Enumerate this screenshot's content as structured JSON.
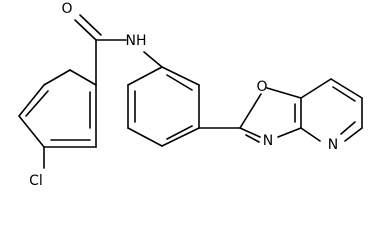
{
  "molecule": {
    "atoms": {
      "oxygen_carbonyl": "O",
      "nitrogen_amide": "NH",
      "chlorine": "Cl",
      "oxygen_oxazole": "O",
      "nitrogen_oxazole": "N",
      "nitrogen_pyridine": "N"
    },
    "line_color": "#000000",
    "background": "#ffffff"
  }
}
